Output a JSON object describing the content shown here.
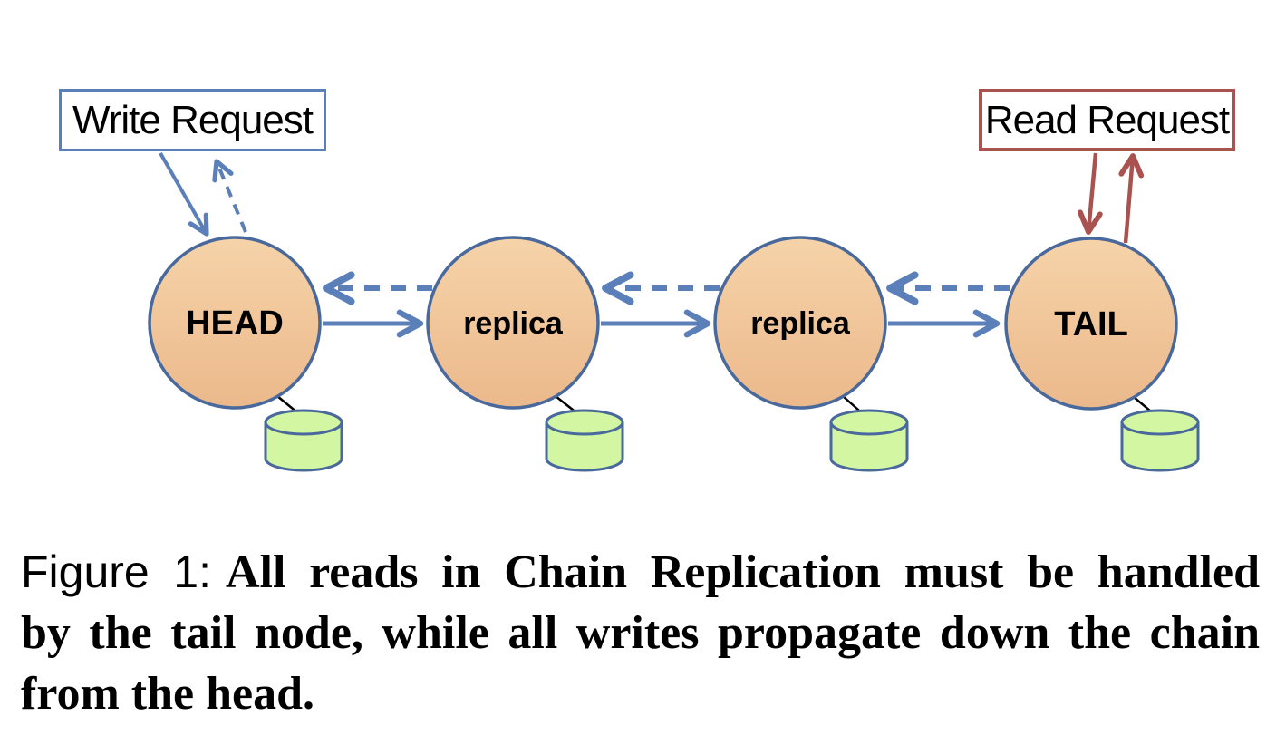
{
  "figure": {
    "write_box": {
      "label": "Write Request"
    },
    "read_box": {
      "label": "Read Request"
    },
    "nodes": [
      {
        "label": "HEAD"
      },
      {
        "label": "replica"
      },
      {
        "label": "replica"
      },
      {
        "label": "TAIL"
      }
    ]
  },
  "colors": {
    "blue": "#5B7FB8",
    "red": "#A9524F",
    "node_border": "#49699C",
    "node_fill_top": "#F6D3A9",
    "node_fill_bottom": "#EBB98B",
    "cylinder_fill": "#D3F6A2",
    "cylinder_border": "#49699C",
    "connector": "#000000",
    "text": "#000000",
    "background": "#FFFFFF"
  },
  "caption": {
    "figure_label": "Figure 1:",
    "lines": [
      "All reads in Chain Replication must be handled",
      "by the tail node, while all writes propagate down the chain",
      "from the head."
    ]
  }
}
